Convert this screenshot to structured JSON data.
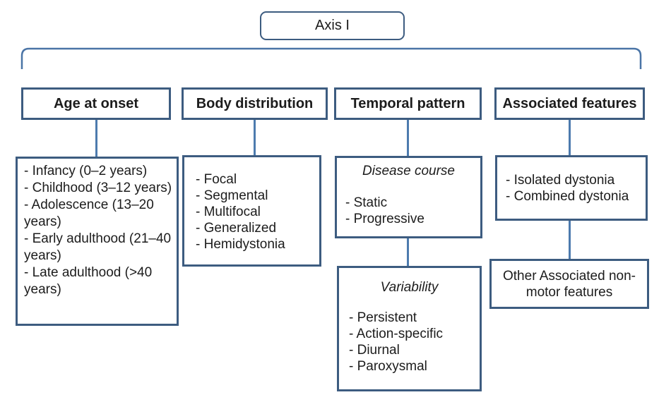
{
  "colors": {
    "box_border": "#3d5c80",
    "connector": "#4d7bae",
    "bracket": "#4a74a6",
    "text": "#1c1c1c",
    "background": "#ffffff"
  },
  "axis_box": {
    "label": "Axis I"
  },
  "columns": [
    {
      "header": "Age at onset",
      "items": [
        "- Infancy (0–2 years)",
        "- Childhood (3–12 years)",
        "- Adolescence (13–20 years)",
        "- Early adulthood (21–40 years)",
        "- Late adulthood (>40 years)"
      ]
    },
    {
      "header": "Body distribution",
      "items": [
        "- Focal",
        "- Segmental",
        "- Multifocal",
        "- Generalized",
        "- Hemidystonia"
      ]
    },
    {
      "header": "Temporal pattern",
      "boxes": [
        {
          "subtitle": "Disease course",
          "items": [
            "- Static",
            "- Progressive"
          ]
        },
        {
          "subtitle": "Variability",
          "items": [
            "- Persistent",
            "- Action-specific",
            "- Diurnal",
            "- Paroxysmal"
          ]
        }
      ]
    },
    {
      "header": "Associated features",
      "boxes": [
        {
          "items": [
            "- Isolated dystonia",
            "- Combined dystonia"
          ]
        },
        {
          "text": "Other Associated non-motor features"
        }
      ]
    }
  ]
}
